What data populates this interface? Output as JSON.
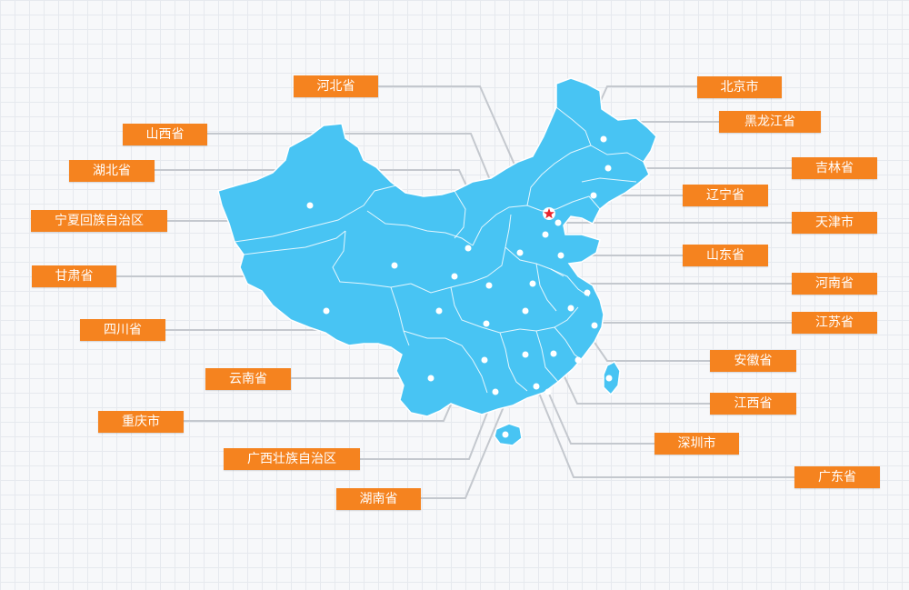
{
  "colors": {
    "map_fill": "#48c4f3",
    "map_border": "#ffffff",
    "label_bg": "#f5831f",
    "label_text": "#ffffff",
    "leader": "#c4c8ce",
    "dot": "#ffffff",
    "capital_star": "#e8242b"
  },
  "icons": {
    "capital": "star-icon"
  },
  "regions": [
    {
      "id": "hebei",
      "label": "河北省"
    },
    {
      "id": "shanxi",
      "label": "山西省"
    },
    {
      "id": "hubei",
      "label": "湖北省"
    },
    {
      "id": "ningxia",
      "label": "宁夏回族自治区"
    },
    {
      "id": "gansu",
      "label": "甘肃省"
    },
    {
      "id": "sichuan",
      "label": "四川省"
    },
    {
      "id": "yunnan",
      "label": "云南省"
    },
    {
      "id": "chongqing",
      "label": "重庆市"
    },
    {
      "id": "guangxi",
      "label": "广西壮族自治区"
    },
    {
      "id": "hunan",
      "label": "湖南省"
    },
    {
      "id": "beijing",
      "label": "北京市"
    },
    {
      "id": "heilongjiang",
      "label": "黑龙江省"
    },
    {
      "id": "jilin",
      "label": "吉林省"
    },
    {
      "id": "liaoning",
      "label": "辽宁省"
    },
    {
      "id": "tianjin",
      "label": "天津市"
    },
    {
      "id": "shandong",
      "label": "山东省"
    },
    {
      "id": "henan",
      "label": "河南省"
    },
    {
      "id": "jiangsu",
      "label": "江苏省"
    },
    {
      "id": "anhui",
      "label": "安徽省"
    },
    {
      "id": "jiangxi",
      "label": "江西省"
    },
    {
      "id": "shenzhen",
      "label": "深圳市"
    },
    {
      "id": "guangdong",
      "label": "广东省"
    }
  ]
}
